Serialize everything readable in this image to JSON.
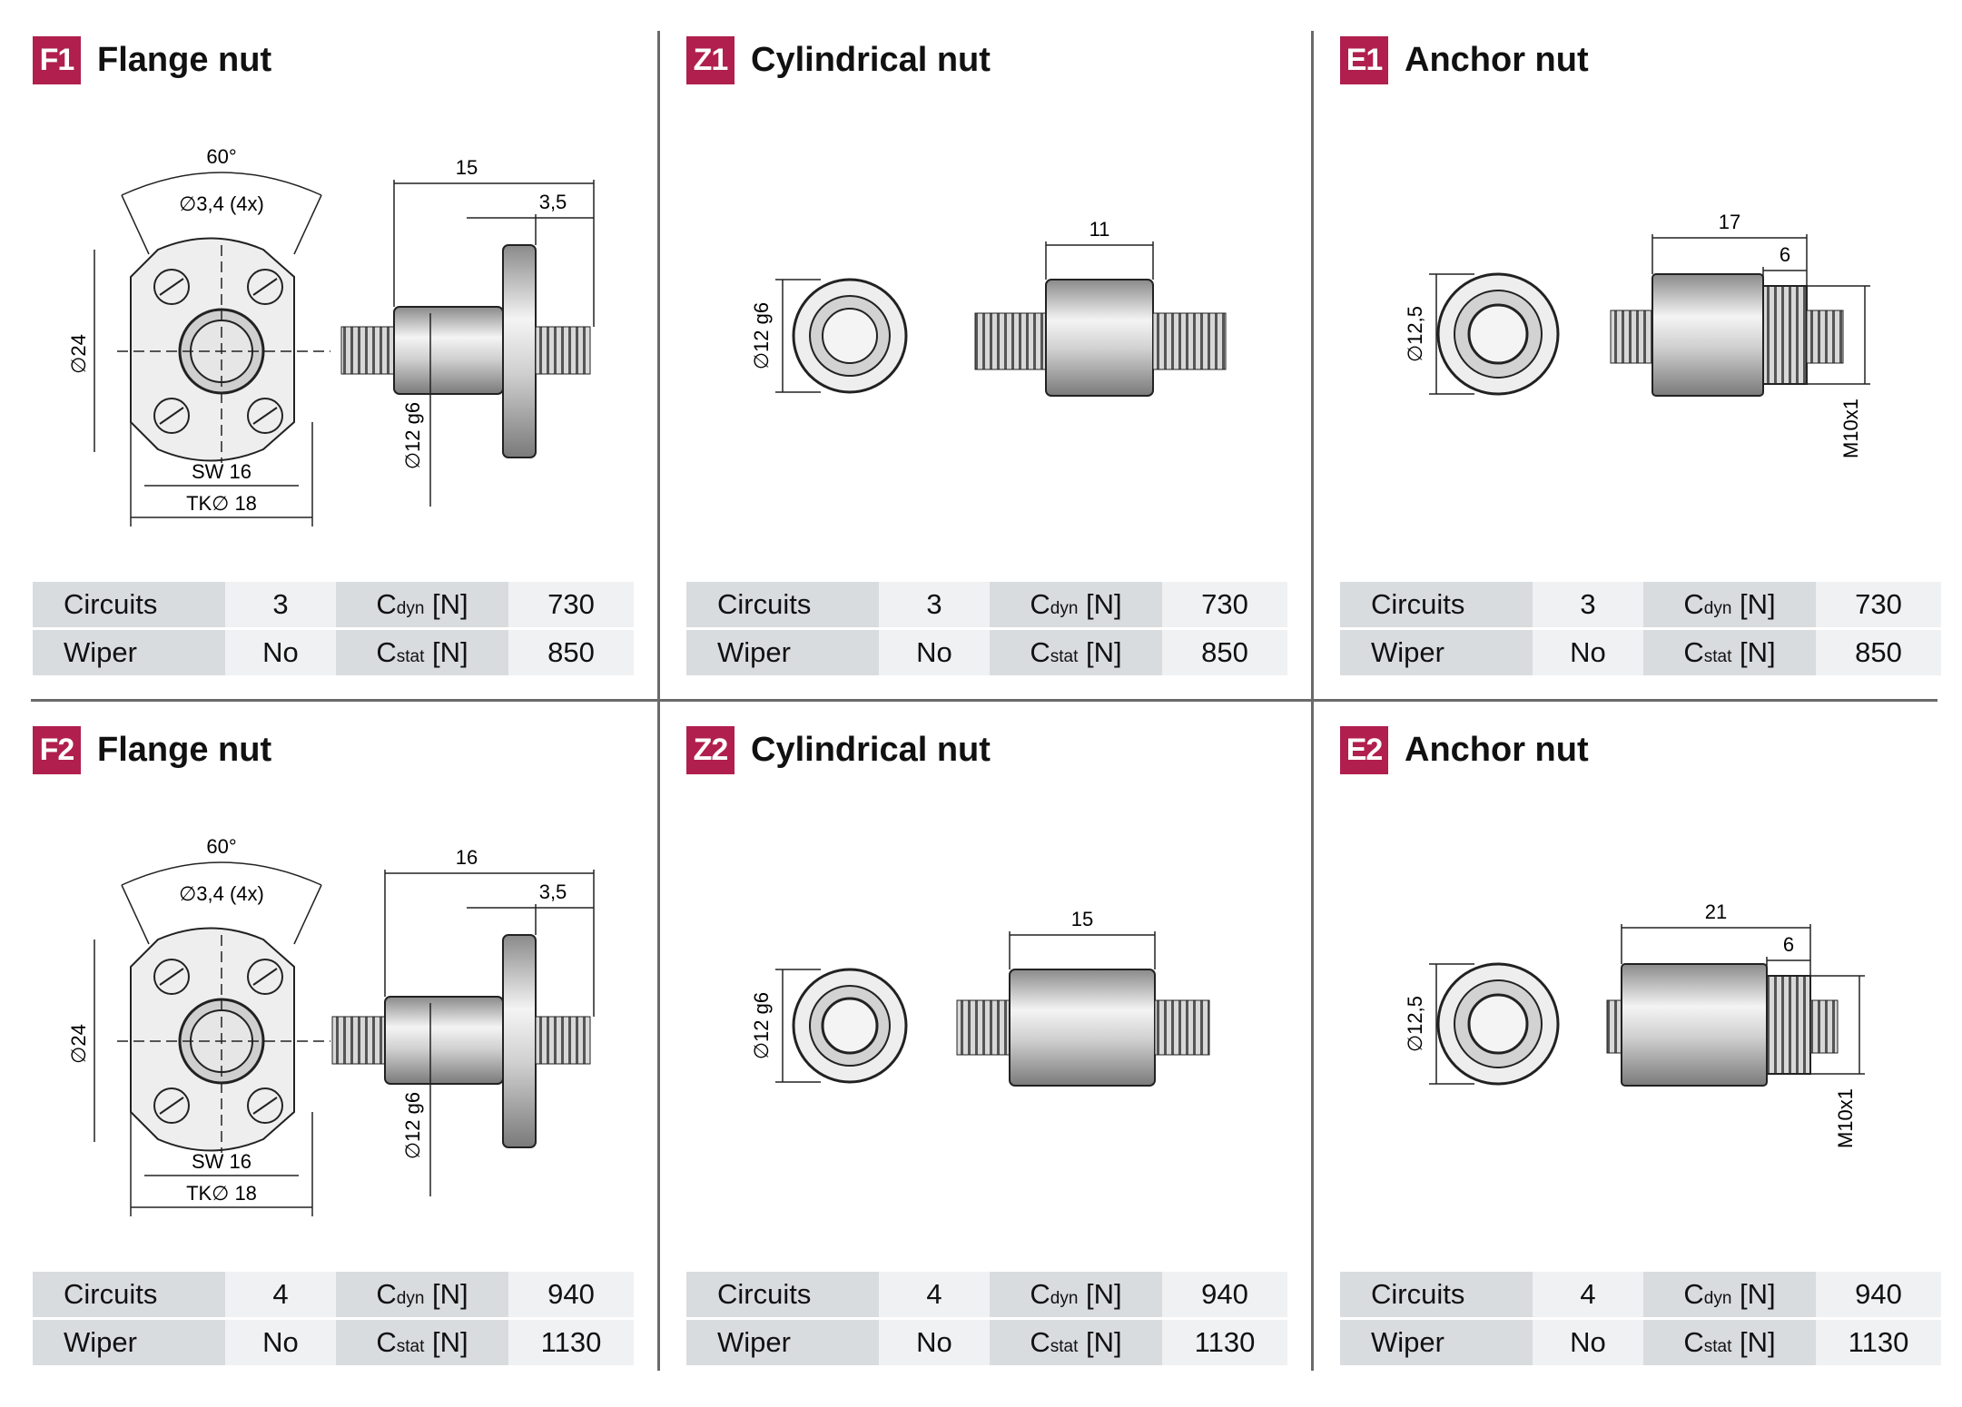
{
  "panels": [
    {
      "code": "F1",
      "title": "Flange nut",
      "circuits": "3",
      "wiper": "No",
      "cdyn": "730",
      "cstat": "850",
      "dims": {
        "angle": "60°",
        "holes": "∅3,4 (4x)",
        "len": "15",
        "flange": "3,5",
        "dia": "∅24",
        "od": "∅12 g6",
        "sw": "SW 16",
        "tk": "TK∅ 18"
      }
    },
    {
      "code": "Z1",
      "title": "Cylindrical nut",
      "circuits": "3",
      "wiper": "No",
      "cdyn": "730",
      "cstat": "850",
      "dims": {
        "od": "∅12 g6",
        "len": "11"
      }
    },
    {
      "code": "E1",
      "title": "Anchor nut",
      "circuits": "3",
      "wiper": "No",
      "cdyn": "730",
      "cstat": "850",
      "dims": {
        "od": "∅12,5",
        "len": "17",
        "thread_len": "6",
        "thread": "M10x1"
      }
    },
    {
      "code": "F2",
      "title": "Flange nut",
      "circuits": "4",
      "wiper": "No",
      "cdyn": "940",
      "cstat": "1130",
      "dims": {
        "angle": "60°",
        "holes": "∅3,4 (4x)",
        "len": "16",
        "flange": "3,5",
        "dia": "∅24",
        "od": "∅12 g6",
        "sw": "SW 16",
        "tk": "TK∅ 18"
      }
    },
    {
      "code": "Z2",
      "title": "Cylindrical nut",
      "circuits": "4",
      "wiper": "No",
      "cdyn": "940",
      "cstat": "1130",
      "dims": {
        "od": "∅12 g6",
        "len": "15"
      }
    },
    {
      "code": "E2",
      "title": "Anchor nut",
      "circuits": "4",
      "wiper": "No",
      "cdyn": "940",
      "cstat": "1130",
      "dims": {
        "od": "∅12,5",
        "len": "21",
        "thread_len": "6",
        "thread": "M10x1"
      }
    }
  ],
  "labels": {
    "circuits": "Circuits",
    "wiper": "Wiper",
    "c": "C",
    "dyn": "dyn",
    "stat": "stat",
    "unit": " [N]"
  },
  "colors": {
    "badge": "#b01f4e",
    "label_bg": "#d9dcdf",
    "value_bg": "#f0f1f2",
    "divider": "#6a6a6a"
  }
}
